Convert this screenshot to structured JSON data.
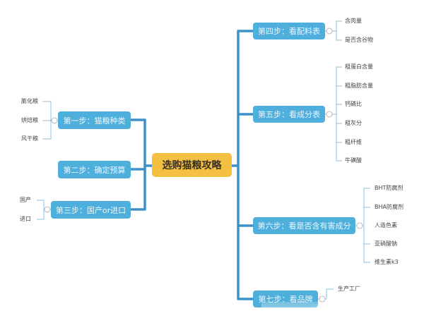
{
  "root": {
    "label": "选购猫粮攻略"
  },
  "left_steps": [
    {
      "label": "第一步：猫粮种类",
      "children": [
        "膨化粮",
        "烘焙粮",
        "风干粮"
      ]
    },
    {
      "label": "第二步：确定预算",
      "children": []
    },
    {
      "label": "第三步：国产or进口",
      "children": [
        "国产",
        "进口"
      ]
    }
  ],
  "right_steps": [
    {
      "label": "第四步：看配料表",
      "children": [
        "含肉量",
        "是否含谷物"
      ]
    },
    {
      "label": "第五步：看成分表",
      "children": [
        "粗蛋白含量",
        "粗脂肪含量",
        "钙磷比",
        "粗灰分",
        "粗纤维",
        "牛磺酸"
      ]
    },
    {
      "label": "第六步：看是否含有害成分",
      "children": [
        "BHT防腐剂",
        "BHA防腐剂",
        "人造色素",
        "亚硝酸钠",
        "维生素k3"
      ]
    },
    {
      "label": "第七步：看品牌",
      "children": [
        "生产工厂"
      ]
    }
  ],
  "colors": {
    "node": "#4eafdc",
    "root": "#f4c043",
    "line": "#3f8fc8",
    "leaf_line": "#7fb7d9"
  }
}
